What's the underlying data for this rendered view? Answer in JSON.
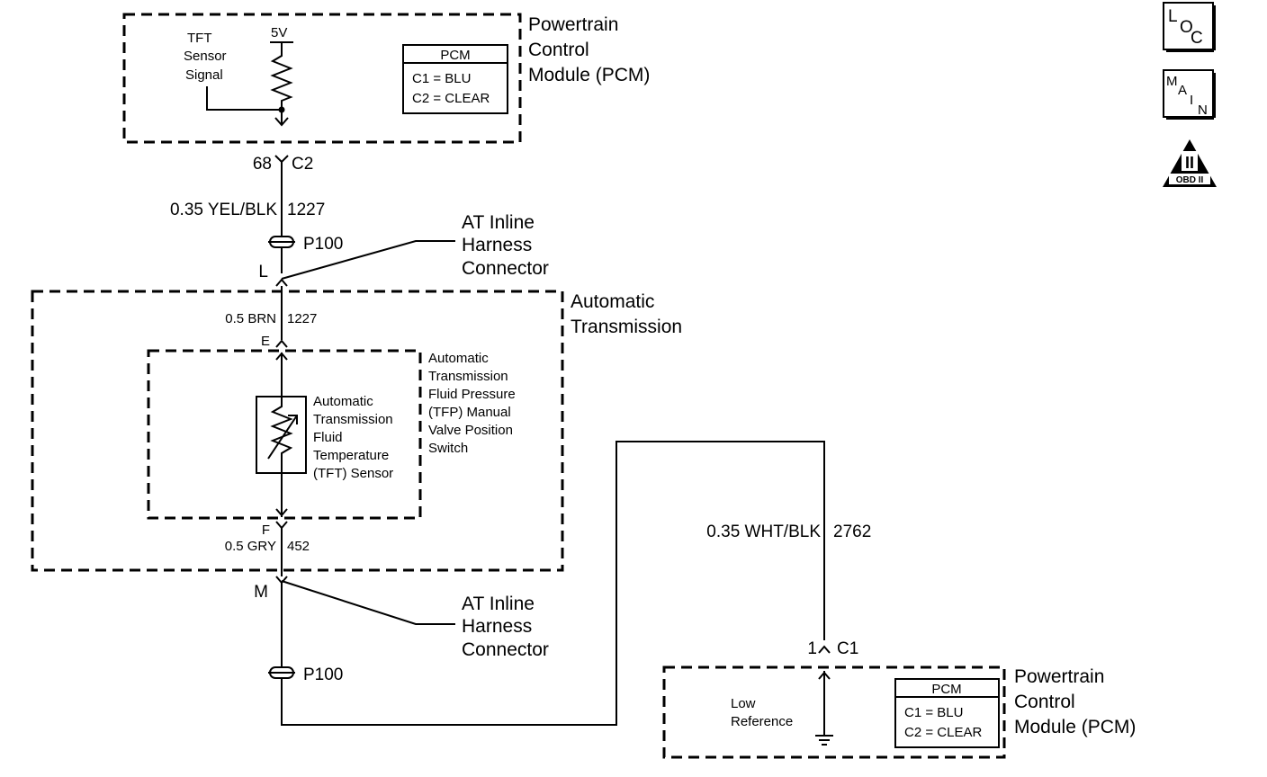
{
  "pcm_top": {
    "title": [
      "Powertrain",
      "Control",
      "Module (PCM)"
    ],
    "sensor_signal_label": [
      "TFT",
      "Sensor",
      "Signal"
    ],
    "voltage_label": "5V",
    "connector_box": {
      "header": "PCM",
      "rows": [
        "C1 = BLU",
        "C2 = CLEAR"
      ]
    },
    "pin": "68",
    "connector": "C2"
  },
  "wire_upper": {
    "gauge_color": "0.35 YEL/BLK",
    "circuit": "1227"
  },
  "inline_connector_upper": {
    "splice": "P100",
    "pin": "L",
    "label": [
      "AT Inline",
      "Harness",
      "Connector"
    ]
  },
  "transmission": {
    "title": [
      "Automatic",
      "Transmission"
    ],
    "wire_top": {
      "gauge_color": "0.5 BRN",
      "circuit": "1227",
      "pin": "E"
    },
    "wire_bottom": {
      "gauge_color": "0.5 GRY",
      "circuit": "452",
      "pin": "F"
    },
    "tfp_switch_label": [
      "Automatic",
      "Transmission",
      "Fluid Pressure",
      "(TFP) Manual",
      "Valve Position",
      "Switch"
    ],
    "tft_sensor_label": [
      "Automatic",
      "Transmission",
      "Fluid",
      "Temperature",
      "(TFT) Sensor"
    ]
  },
  "inline_connector_lower": {
    "pin": "M",
    "label": [
      "AT Inline",
      "Harness",
      "Connector"
    ],
    "splice": "P100"
  },
  "wire_return": {
    "gauge_color": "0.35 WHT/BLK",
    "circuit": "2762"
  },
  "pcm_bottom": {
    "pin": "1",
    "connector": "C1",
    "low_ref_label": [
      "Low",
      "Reference"
    ],
    "connector_box": {
      "header": "PCM",
      "rows": [
        "C1 = BLU",
        "C2 = CLEAR"
      ]
    },
    "title": [
      "Powertrain",
      "Control",
      "Module (PCM)"
    ]
  },
  "nav_icons": {
    "loc": [
      "L",
      "O",
      "C"
    ],
    "main": [
      "M",
      "A",
      "I",
      "N"
    ],
    "obd": {
      "numeral": "II",
      "label": "OBD II"
    }
  }
}
